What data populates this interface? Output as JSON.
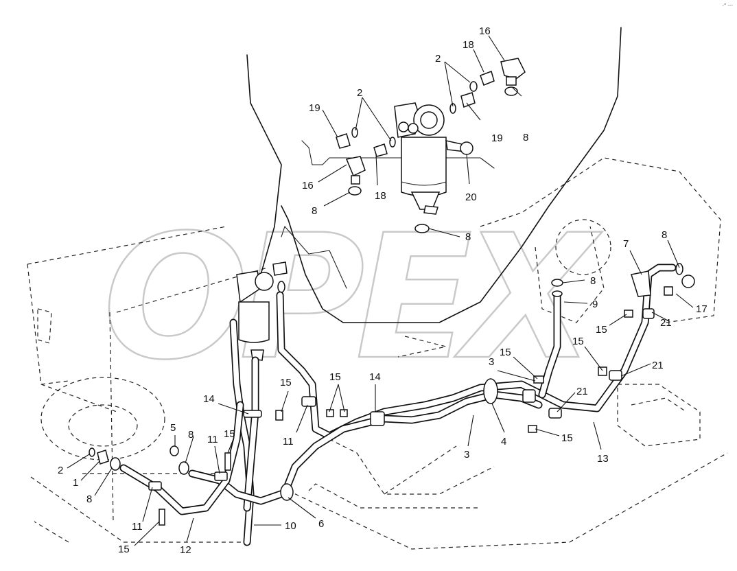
{
  "corner_mark": "-\" ---",
  "watermark": "OPEX",
  "callouts": {
    "c16a": "16",
    "c18a": "18",
    "c2a": "2",
    "c2b": "2",
    "c19a": "19",
    "c19b": "19",
    "c8a": "8",
    "c16b": "16",
    "c18b": "18",
    "c20": "20",
    "c8b": "8",
    "c8c": "8",
    "c7": "7",
    "c8d": "8",
    "c8e": "8",
    "c9": "9",
    "c17": "17",
    "c15a": "15",
    "c21a": "21",
    "c15b": "15",
    "c21b": "21",
    "c3a": "3",
    "c15c": "15",
    "c21c": "21",
    "c15d": "15",
    "c15e": "15",
    "c14a": "14",
    "c14b": "14",
    "c11a": "11",
    "c4": "4",
    "c3b": "3",
    "c13": "13",
    "c15f": "15",
    "c5": "5",
    "c8f": "8",
    "c11b": "11",
    "c15g": "15",
    "c2c": "2",
    "c1": "1",
    "c8g": "8",
    "c6": "6",
    "c10": "10",
    "c11c": "11",
    "c12": "12",
    "c15h": "15"
  }
}
